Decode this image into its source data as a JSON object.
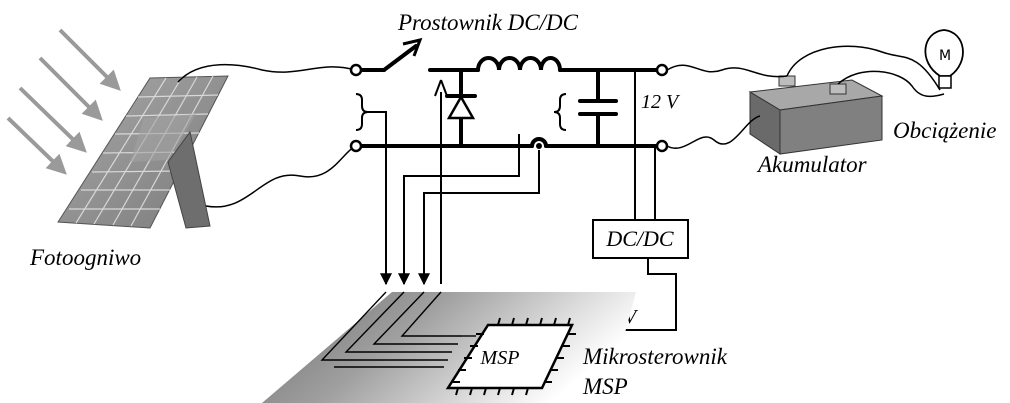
{
  "labels": {
    "converter": "Prostownik DC/DC",
    "pv": "Fotoogniwo",
    "battery": "Akumulator",
    "load": "Obciążenie",
    "dcdc_box": "DC/DC",
    "voltage_main": "12 V",
    "voltage_logic": "3,3 V",
    "mcu_chip": "MSP",
    "mcu_line1": "Mikrosterownik",
    "mcu_line2": "MSP",
    "load_glyph": "M"
  },
  "colors": {
    "line": "#000000",
    "panel": "#8a8a8a",
    "panel_grid": "#d8d8d8",
    "stand": "#6e6e6e",
    "battery": "#7f7f7f",
    "battery_top": "#a8a8a8",
    "board_dark": "#7d7d7d",
    "light_arrows": "#9a9a9a"
  }
}
